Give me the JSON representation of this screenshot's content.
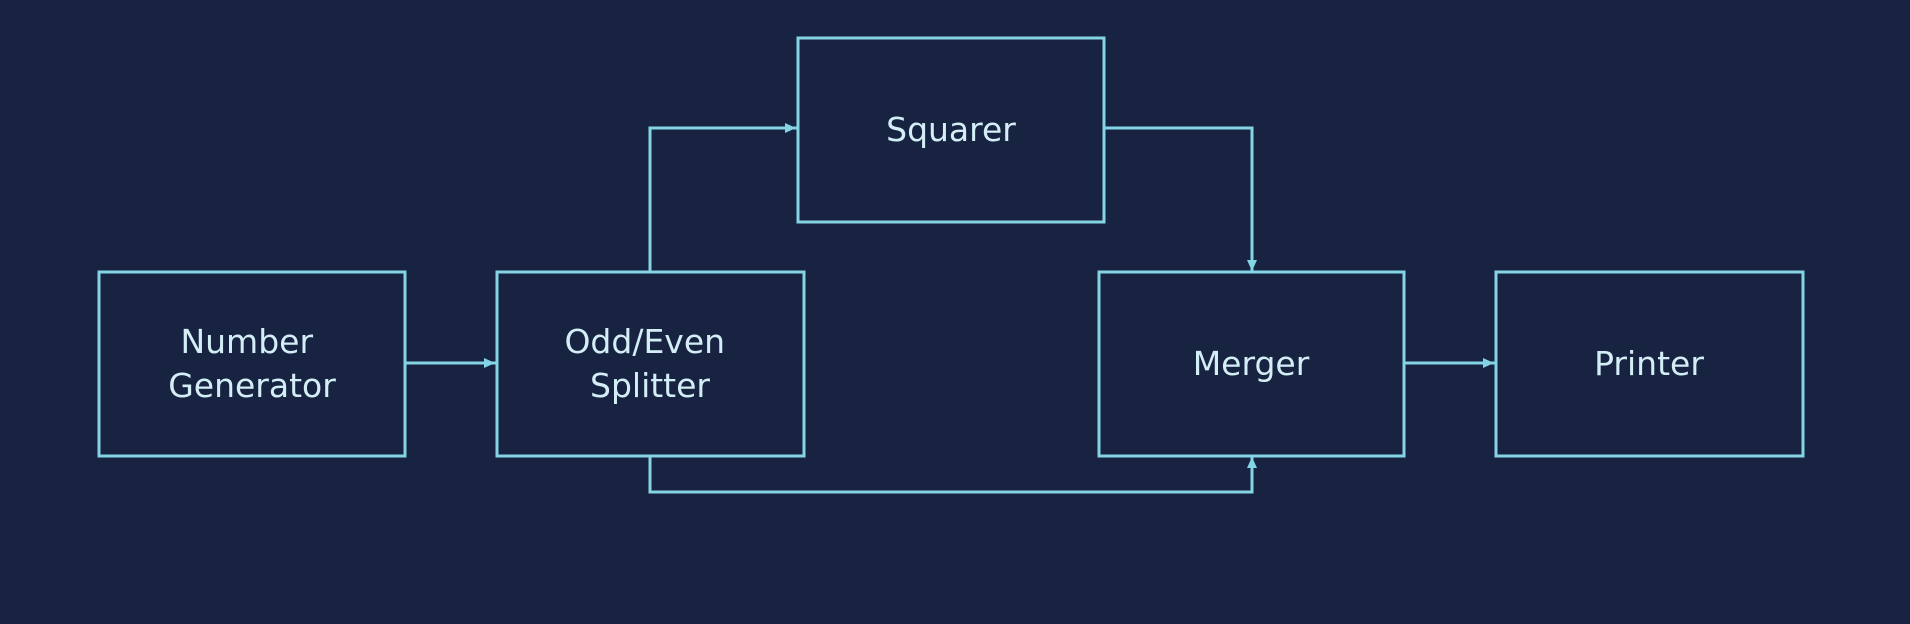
{
  "colors": {
    "background": "#172340",
    "line": "#84d4e6",
    "text": "#d3eef6"
  },
  "nodes": [
    {
      "id": "number-generator",
      "label_lines": [
        "Number",
        "Generator"
      ]
    },
    {
      "id": "odd-even-splitter",
      "label_lines": [
        "Odd/Even",
        "Splitter"
      ]
    },
    {
      "id": "squarer",
      "label_lines": [
        "Squarer"
      ]
    },
    {
      "id": "merger",
      "label_lines": [
        "Merger"
      ]
    },
    {
      "id": "printer",
      "label_lines": [
        "Printer"
      ]
    }
  ],
  "edges": [
    {
      "from": "number-generator",
      "to": "odd-even-splitter"
    },
    {
      "from": "odd-even-splitter",
      "to": "squarer"
    },
    {
      "from": "squarer",
      "to": "merger"
    },
    {
      "from": "odd-even-splitter",
      "to": "merger"
    },
    {
      "from": "merger",
      "to": "printer"
    }
  ]
}
